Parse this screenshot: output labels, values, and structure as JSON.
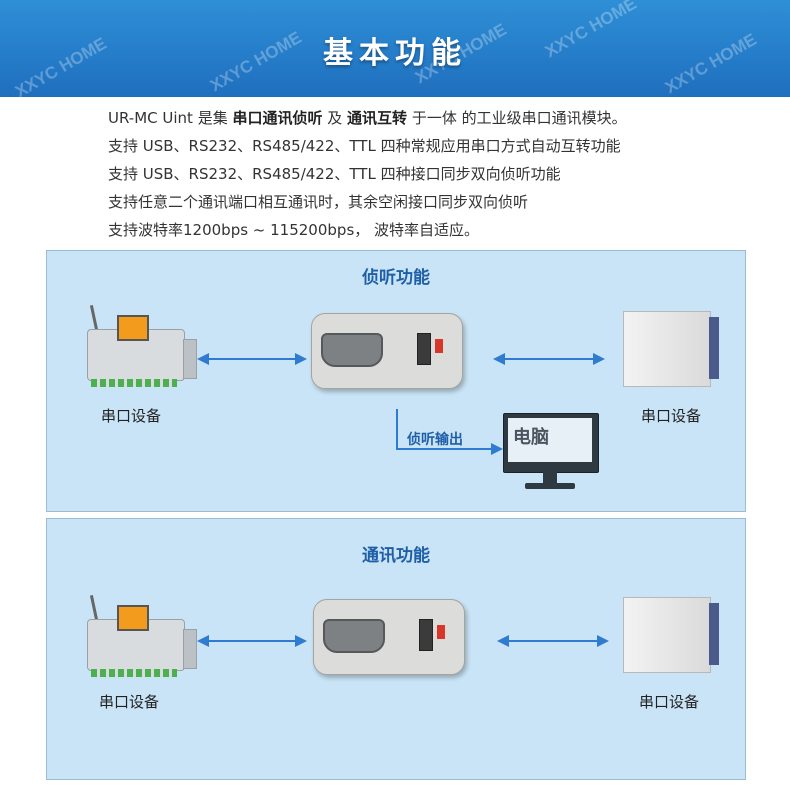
{
  "header": {
    "title": "基本功能",
    "watermark": "XXYC HOME"
  },
  "intro": {
    "line1_pre": "UR-MC Uint 是集 ",
    "line1_bold1": "串口通讯侦听",
    "line1_mid": " 及 ",
    "line1_bold2": "通讯互转",
    "line1_post": " 于一体 的工业级串口通讯模块。",
    "line2": "支持 USB、RS232、RS485/422、TTL 四种常规应用串口方式自动互转功能",
    "line3": "支持 USB、RS232、RS485/422、TTL 四种接口同步双向侦听功能",
    "line4": "支持任意二个通讯端口相互通讯时，其余空闲接口同步双向侦听",
    "line5": "支持波特率1200bps ~ 115200bps， 波特率自适应。"
  },
  "panel1": {
    "title": "侦听功能",
    "left_label": "串口设备",
    "right_label": "串口设备",
    "output_label": "侦听输出",
    "computer_label": "电脑"
  },
  "panel2": {
    "title": "通讯功能",
    "left_label": "串口设备",
    "right_label": "串口设备"
  },
  "colors": {
    "header_blue": "#2479c9",
    "panel_bg": "#c9e4f6",
    "arrow_blue": "#2f7bd0",
    "title_blue": "#1f5fa8"
  },
  "icons": [
    "meter-device-icon",
    "converter-module-icon",
    "server-device-icon",
    "computer-monitor-icon"
  ]
}
